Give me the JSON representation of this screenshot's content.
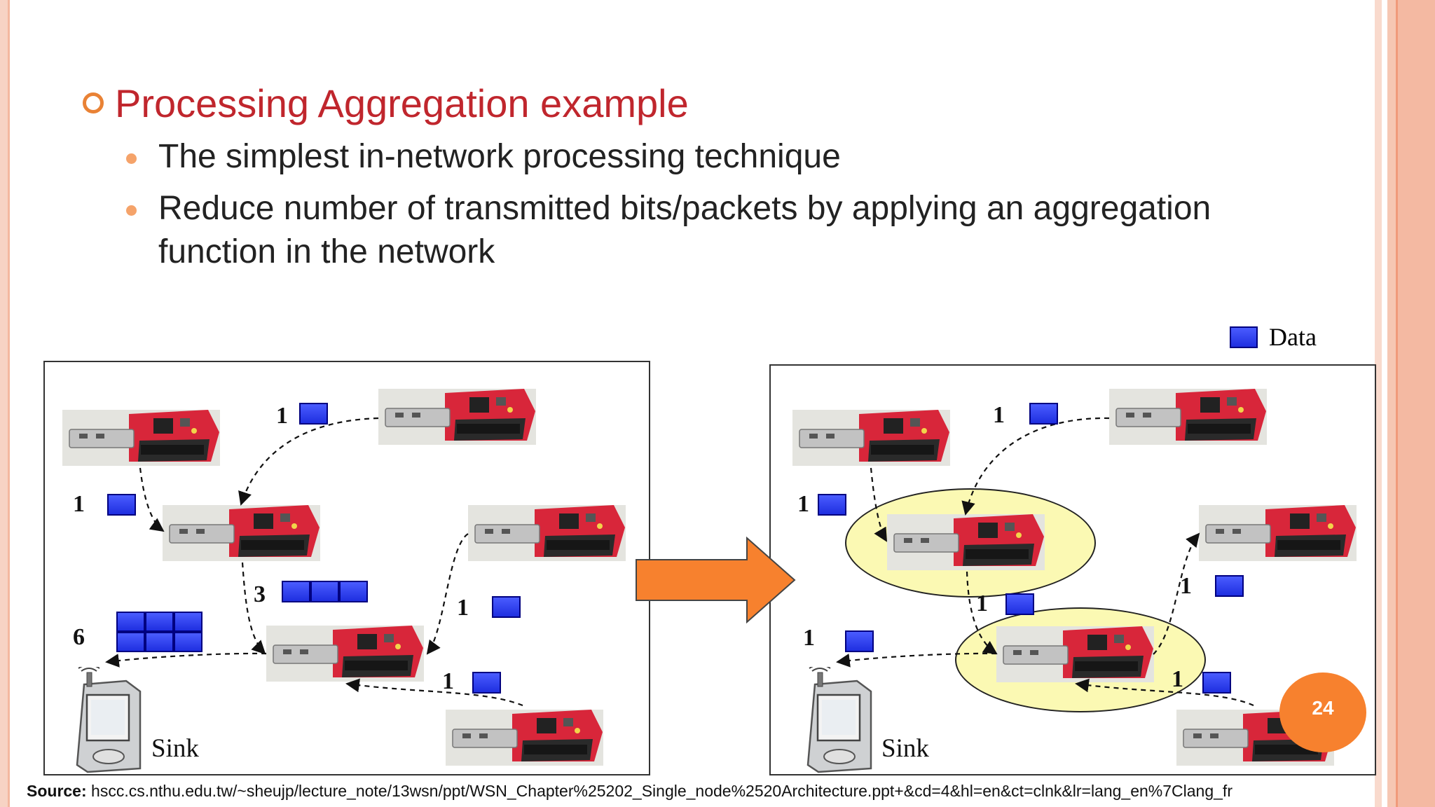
{
  "slide": {
    "title": "Processing Aggregation example",
    "bullets": [
      "The simplest in-network processing technique",
      "Reduce number of transmitted bits/packets by applying an aggregation function in the network"
    ],
    "page_number": "24",
    "source_label": "Source:",
    "source_text": "hscc.cs.nthu.edu.tw/~sheujp/lecture_note/13wsn/ppt/WSN_Chapter%25202_Single_node%2520Architecture.ppt+&cd=4&hl=en&ct=clnk&lr=lang_en%7Clang_fr"
  },
  "legend": {
    "label": "Data"
  },
  "left_diagram": {
    "labels": {
      "top_right": "1",
      "left": "1",
      "middle": "3",
      "sink_count": "6",
      "right": "1",
      "bottom": "1",
      "sink": "Sink"
    }
  },
  "right_diagram": {
    "labels": {
      "top": "1",
      "left": "1",
      "middle": "1",
      "sink_count": "1",
      "right": "1",
      "bottom": "1",
      "sink": "Sink"
    }
  },
  "colors": {
    "title": "#c0262d",
    "data_packet": "#2a3cf0",
    "arrow": "#f7812e",
    "aggregation_ellipse": "#fbf9b3",
    "board": "#d8263a"
  }
}
